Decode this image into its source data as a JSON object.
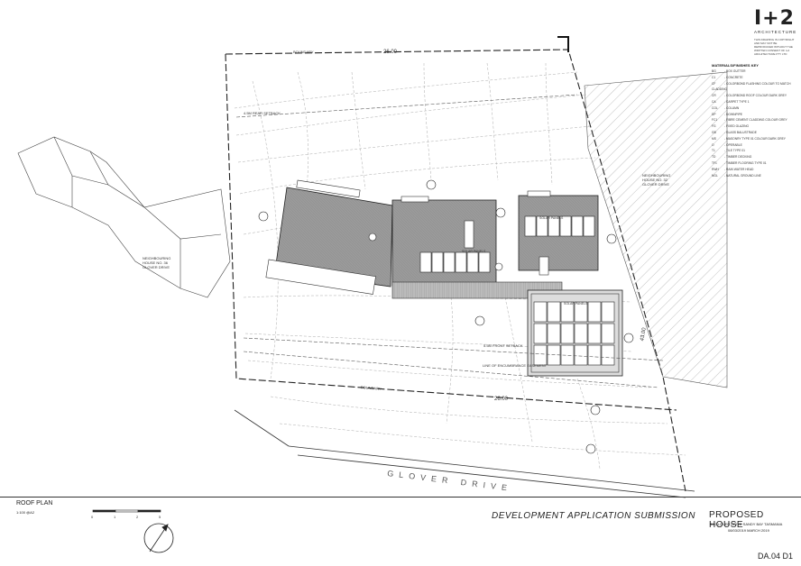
{
  "logo": {
    "mark": "I+2",
    "sub": "ARCHITECTURE",
    "fine": "THIS DRAWING IS COPYRIGHT AND MAY NOT BE REPRODUCED WITHOUT THE WRITTEN CONSENT OF I+2 ARCHITECTURE PTY LTD"
  },
  "key": {
    "title": "MATERIALS/FINISHES KEY",
    "items": [
      {
        "code": "BG",
        "desc": "BOX GUTTER"
      },
      {
        "code": "C1",
        "desc": "CONCRETE"
      },
      {
        "code": "CF",
        "desc": "COLORBOND FLASHING COLOUR TO MATCH CLADDING"
      },
      {
        "code": "CR",
        "desc": "COLORBOND ROOF COLOUR DARK GREY"
      },
      {
        "code": "CA",
        "desc": "CARPET TYPE 1"
      },
      {
        "code": "COL",
        "desc": "COLUMN"
      },
      {
        "code": "DP",
        "desc": "DOWNPIPE"
      },
      {
        "code": "FC1",
        "desc": "FIBRE CEMENT CLADDING COLOUR GREY"
      },
      {
        "code": "FG",
        "desc": "FIXED GLAZING"
      },
      {
        "code": "GB",
        "desc": "GLASS BALUSTRADE"
      },
      {
        "code": "MS",
        "desc": "MASONRY TYPE 01 COLOUR DARK GREY"
      },
      {
        "code": "O",
        "desc": "OPERABLE"
      },
      {
        "code": "T1",
        "desc": "TILE TYPE 01"
      },
      {
        "code": "TD",
        "desc": "TIMBER DECKING"
      },
      {
        "code": "TF1",
        "desc": "TIMBER FLOORING TYPE 01"
      },
      {
        "code": "RWH",
        "desc": "RAIN WATER HEAD"
      },
      {
        "code": "NGL",
        "desc": "NATURAL GROUND LINE"
      }
    ]
  },
  "plan": {
    "boundary_label": "BOUNDARY",
    "boundary_top": "26.00",
    "boundary_bottom": "26.00",
    "boundary_side": "43.00",
    "neighbour_left": "NEIGHBOURING HOUSE NO. 36 GLOVER DRIVE",
    "neighbour_right": "NEIGHBOURING HOUSE NO. 32 GLOVER DRIVE",
    "road": "GLOVER DRIVE",
    "setback": "5.5M FRONT SETBACK",
    "easement": "LINE OF ENCUMBRANCE EASEMENT",
    "rear_setback": "4.5M REAR SETBACK",
    "solar1": "SOLAR PANELS",
    "solar2": "SOLAR PANELS",
    "solar3": "SOLAR PANELS"
  },
  "title_block": {
    "drawing": "ROOF PLAN",
    "scale": "1:100 @A2",
    "submission": "DEVELOPMENT APPLICATION SUBMISSION",
    "project": "PROPOSED HOUSE",
    "address": "34 GLOVER DRIVE SANDY BAY TASMANIA",
    "date": "08/03/2019 MARCH 2019",
    "sheet": "DA.04 D1",
    "scale_ticks": [
      "0",
      "1",
      "2",
      "5"
    ]
  }
}
